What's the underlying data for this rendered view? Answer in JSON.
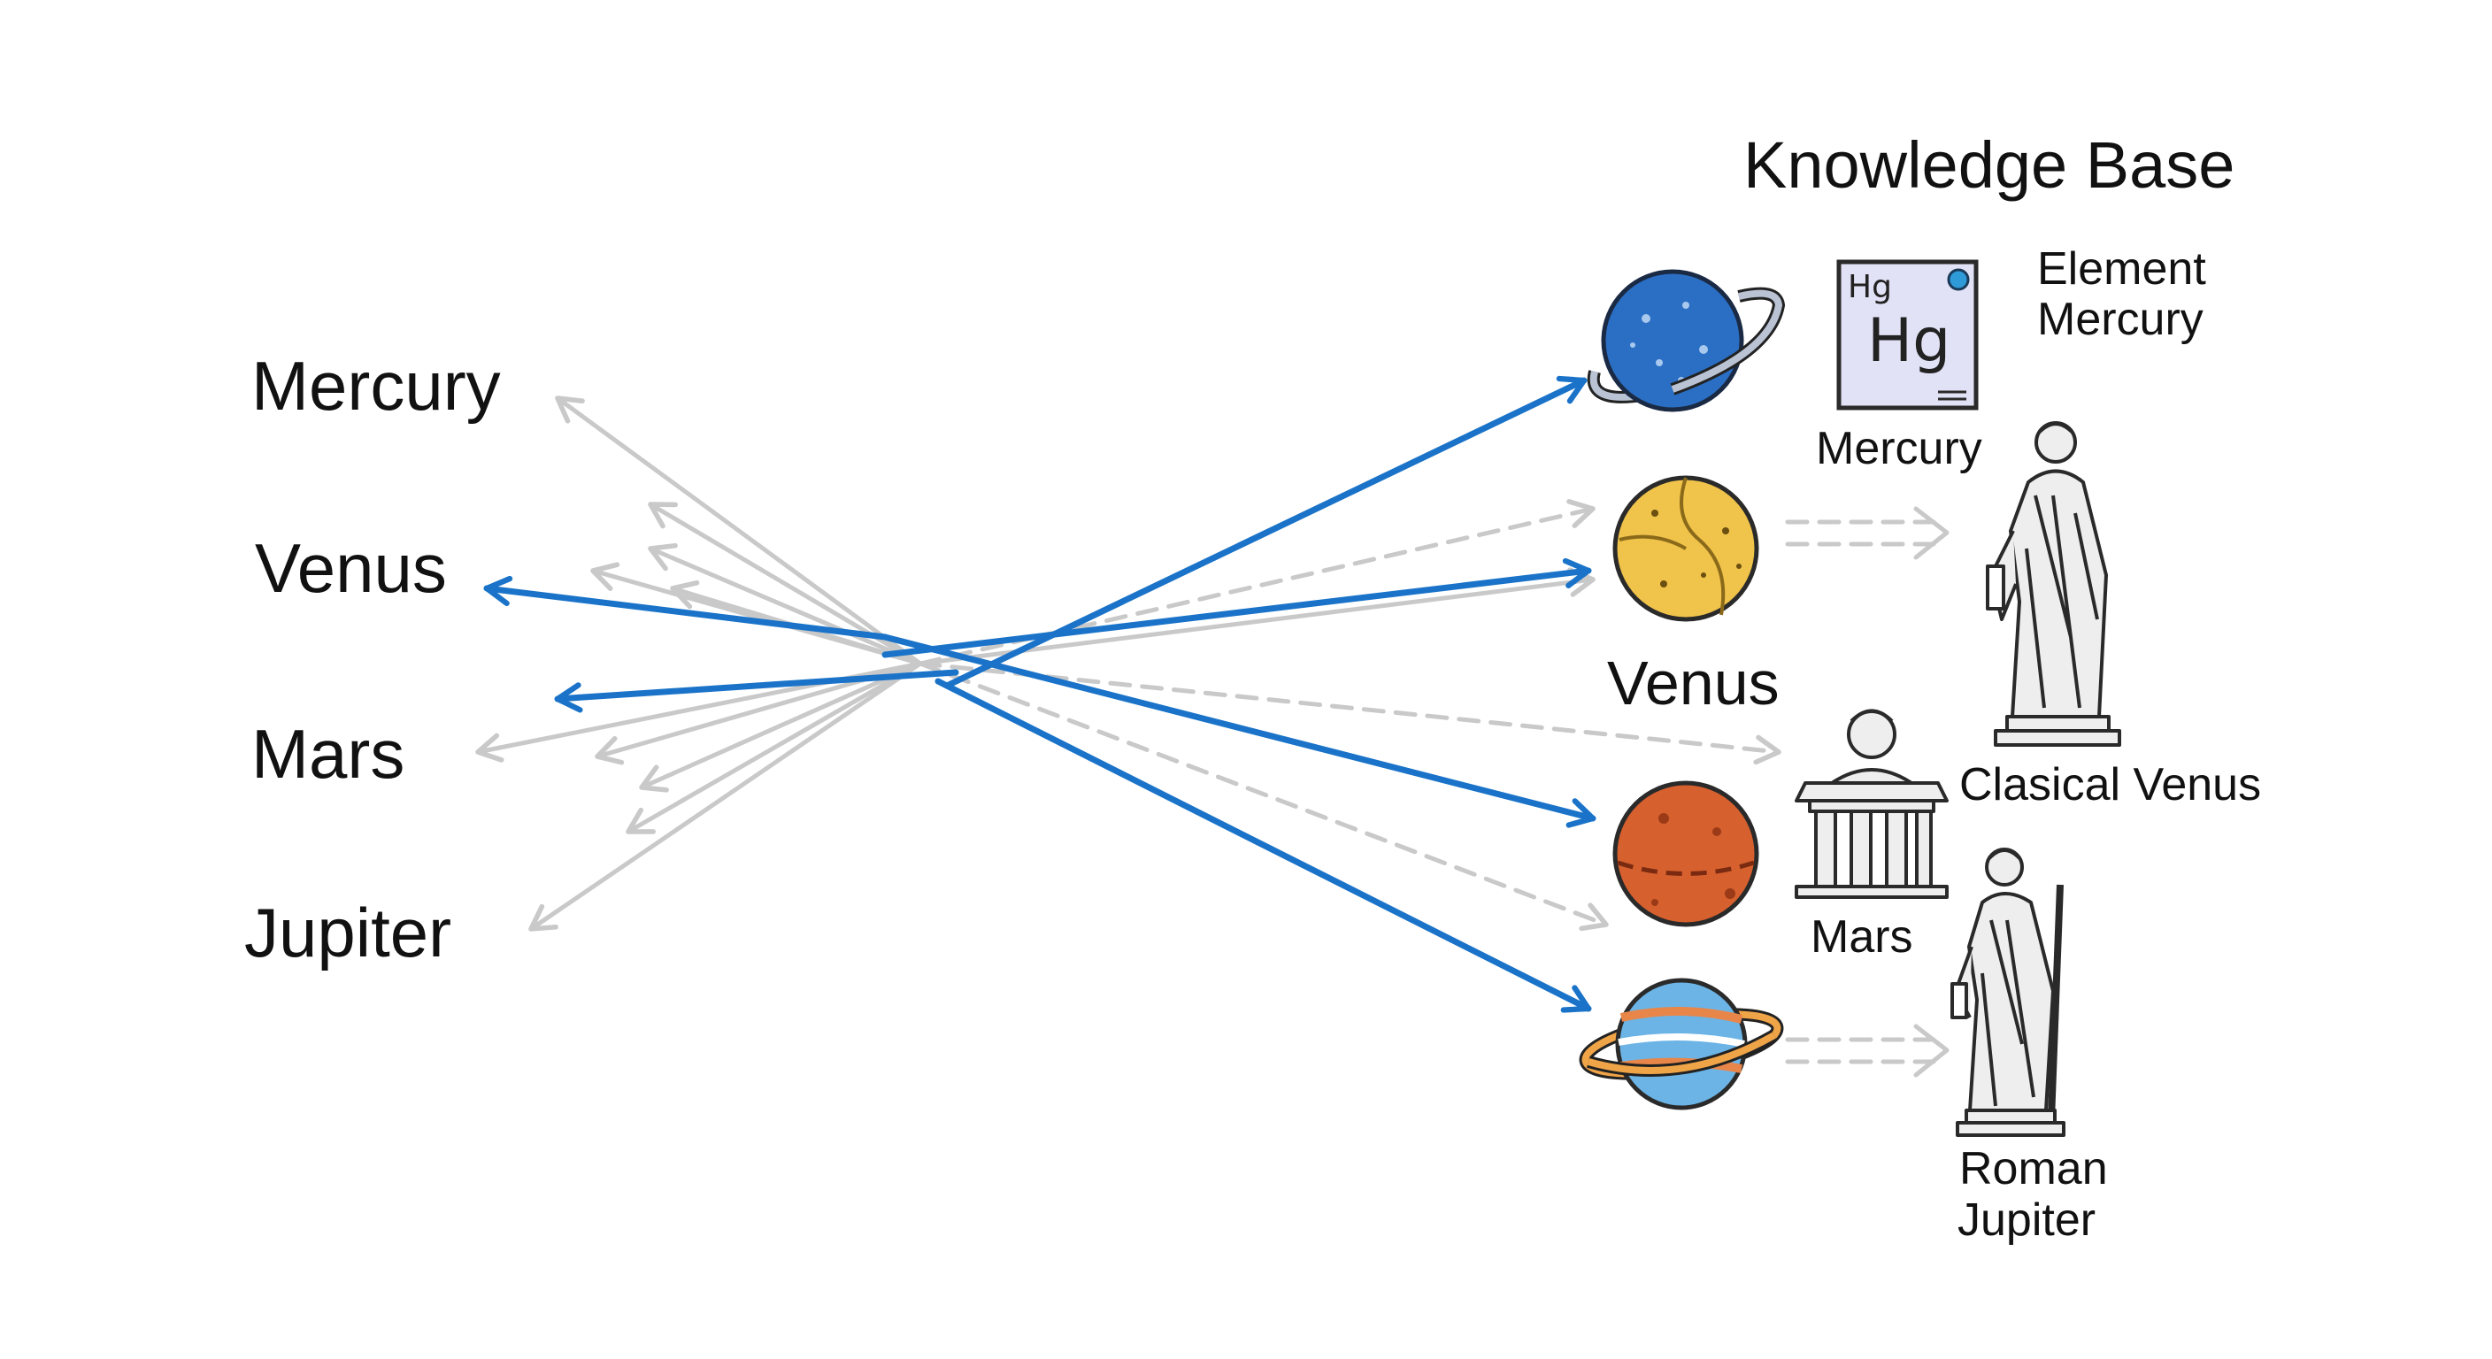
{
  "title": "Knowledge Base",
  "queries": [
    "Mercury",
    "Venus",
    "Mars",
    "Jupiter"
  ],
  "knowledge_base": {
    "planet_label_venus": "Venus",
    "element": {
      "symbol_small": "Hg",
      "symbol_large": "Hg",
      "caption": "Mercury",
      "label_line1": "Element",
      "label_line2": "Mercury"
    },
    "classical_venus": "Clasical Venus",
    "mars_label": "Mars",
    "roman_jupiter_line1": "Roman",
    "roman_jupiter_line2": "Jupiter"
  },
  "icons": {
    "planet_1": "blue-ringed-planet-icon",
    "planet_2": "yellow-venus-planet-icon",
    "planet_3": "red-mars-planet-icon",
    "planet_4": "striped-ringed-jupiter-icon",
    "element_tile": "periodic-table-hg-tile-icon",
    "statue_venus": "classical-venus-statue-icon",
    "bust_mars": "mars-bust-on-columns-icon",
    "statue_jupiter": "roman-jupiter-statue-icon"
  },
  "colors": {
    "active_arrow": "#1a73c8",
    "faded_arrow": "#c9c9c9",
    "tile_fill": "#e2e2f6",
    "text": "#111111"
  }
}
